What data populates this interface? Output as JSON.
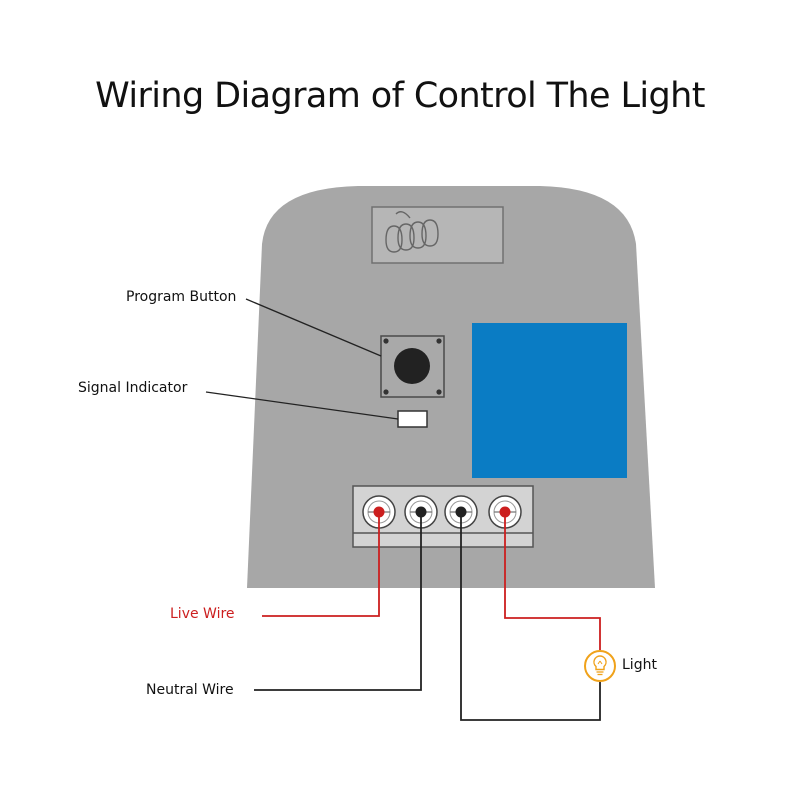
{
  "title": "Wiring Diagram of Control The Light",
  "labels": {
    "program_button": "Program Button",
    "signal_indicator": "Signal Indicator",
    "live_wire": "Live Wire",
    "neutral_wire": "Neutral Wire",
    "light": "Light"
  },
  "colors": {
    "housing": "#a7a7a7",
    "housing_panel": "#b6b6b6",
    "relay_block": "#0a7cc4",
    "live_wire": "#cc1f1f",
    "neutral_wire": "#222222",
    "label_live": "#cc1f1f",
    "lamp": "#f0a21a"
  },
  "icons": {
    "antenna": "antenna-coil-icon",
    "light": "light-bulb-icon"
  },
  "terminals": [
    {
      "name": "terminal-1",
      "wire": "live"
    },
    {
      "name": "terminal-2",
      "wire": "neutral"
    },
    {
      "name": "terminal-3",
      "wire": "neutral"
    },
    {
      "name": "terminal-4",
      "wire": "live"
    }
  ]
}
